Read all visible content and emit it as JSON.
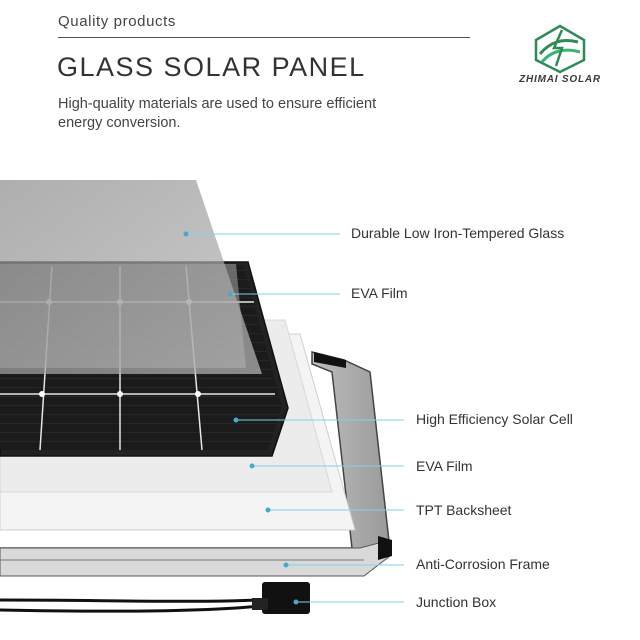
{
  "header": {
    "eyebrow": "Quality products",
    "title": "GLASS SOLAR  PANEL",
    "subtitle": "High-quality materials are used to ensure efficient energy conversion."
  },
  "brand": {
    "name": "ZHIMAI SOLAR",
    "logo_icon": "zhimai-logo-icon",
    "color": "#2e8b57"
  },
  "callouts": [
    {
      "label": "Durable Low Iron-Tempered Glass"
    },
    {
      "label": "EVA Film"
    },
    {
      "label": "High Efficiency Solar Cell"
    },
    {
      "label": "EVA Film"
    },
    {
      "label": "TPT Backsheet"
    },
    {
      "label": "Anti-Corrosion Frame"
    },
    {
      "label": "Junction Box"
    }
  ],
  "colors": {
    "callout_line": "#7fd3e6",
    "callout_dot": "#4aa8c8"
  }
}
